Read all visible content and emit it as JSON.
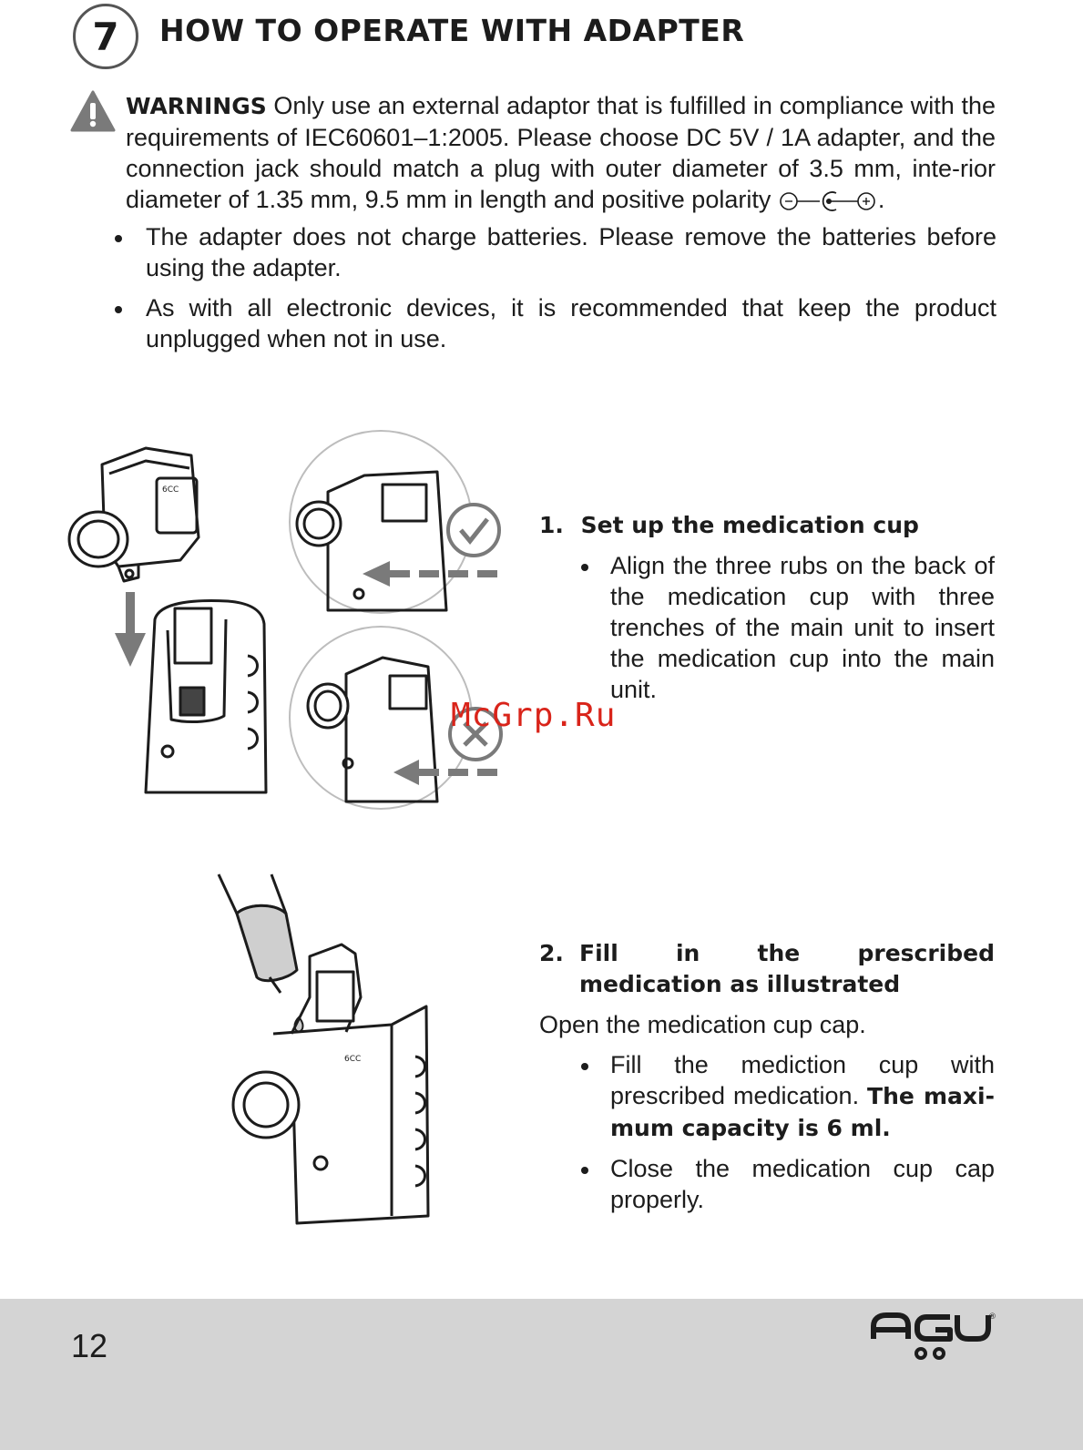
{
  "section": {
    "number": "7",
    "title": "HOW TO OPERATE WITH ADAPTER"
  },
  "warning": {
    "icon": "warning-triangle-icon",
    "label": "WARNINGS",
    "text": "Only use an external adaptor that is fulfilled in compliance with the requirements of IEC60601–1:2005. Please choose DC 5V / 1A adapter, and the connection jack should match a plug with outer diameter of 3.5 mm, inte-rior diameter of 1.35 mm, 9.5 mm in length and positive polarity",
    "end": "."
  },
  "bullets": [
    "The adapter does not charge batteries. Please remove the batteries before using the adapter.",
    "As with all electronic devices, it is recommended that keep the product unplugged when not in use."
  ],
  "step1": {
    "number": "1.",
    "title": "Set up the medication cup",
    "items": [
      "Align the three rubs on the back of the medication cup with three trenches of the main unit to insert the medication cup into the main unit."
    ]
  },
  "step2": {
    "number": "2.",
    "title": "Fill in the prescribed medication as illustrated",
    "intro": "Open the medication cup cap.",
    "item1_text": "Fill the mediction cup with prescribed medication.",
    "item1_bold": "The maxi-mum capacity is 6 ml.",
    "item2": "Close the medication cup cap properly."
  },
  "illustration": {
    "cup_label": "6CC",
    "correct_icon": "check-circle-icon",
    "wrong_icon": "x-circle-icon"
  },
  "watermark": "McGrp.Ru",
  "footer": {
    "page_number": "12",
    "brand": "AGU",
    "registered": "®"
  },
  "colors": {
    "text": "#1c1c1c",
    "footer_bg": "#d4d4d4",
    "watermark": "#d9241a",
    "illustration_gray": "#7a7a7a"
  }
}
